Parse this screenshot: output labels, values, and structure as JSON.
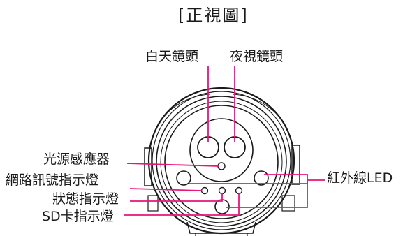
{
  "title": "[正視圖]",
  "labels": {
    "day_lens": "白天鏡頭",
    "night_lens": "夜視鏡頭",
    "light_sensor": "光源感應器",
    "network_led": "網路訊號指示燈",
    "status_led": "狀態指示燈",
    "sd_led": "SD卡指示燈",
    "ir_led": "紅外線LED"
  },
  "colors": {
    "leader": "#e8157a",
    "outline": "#1a1a1a"
  }
}
